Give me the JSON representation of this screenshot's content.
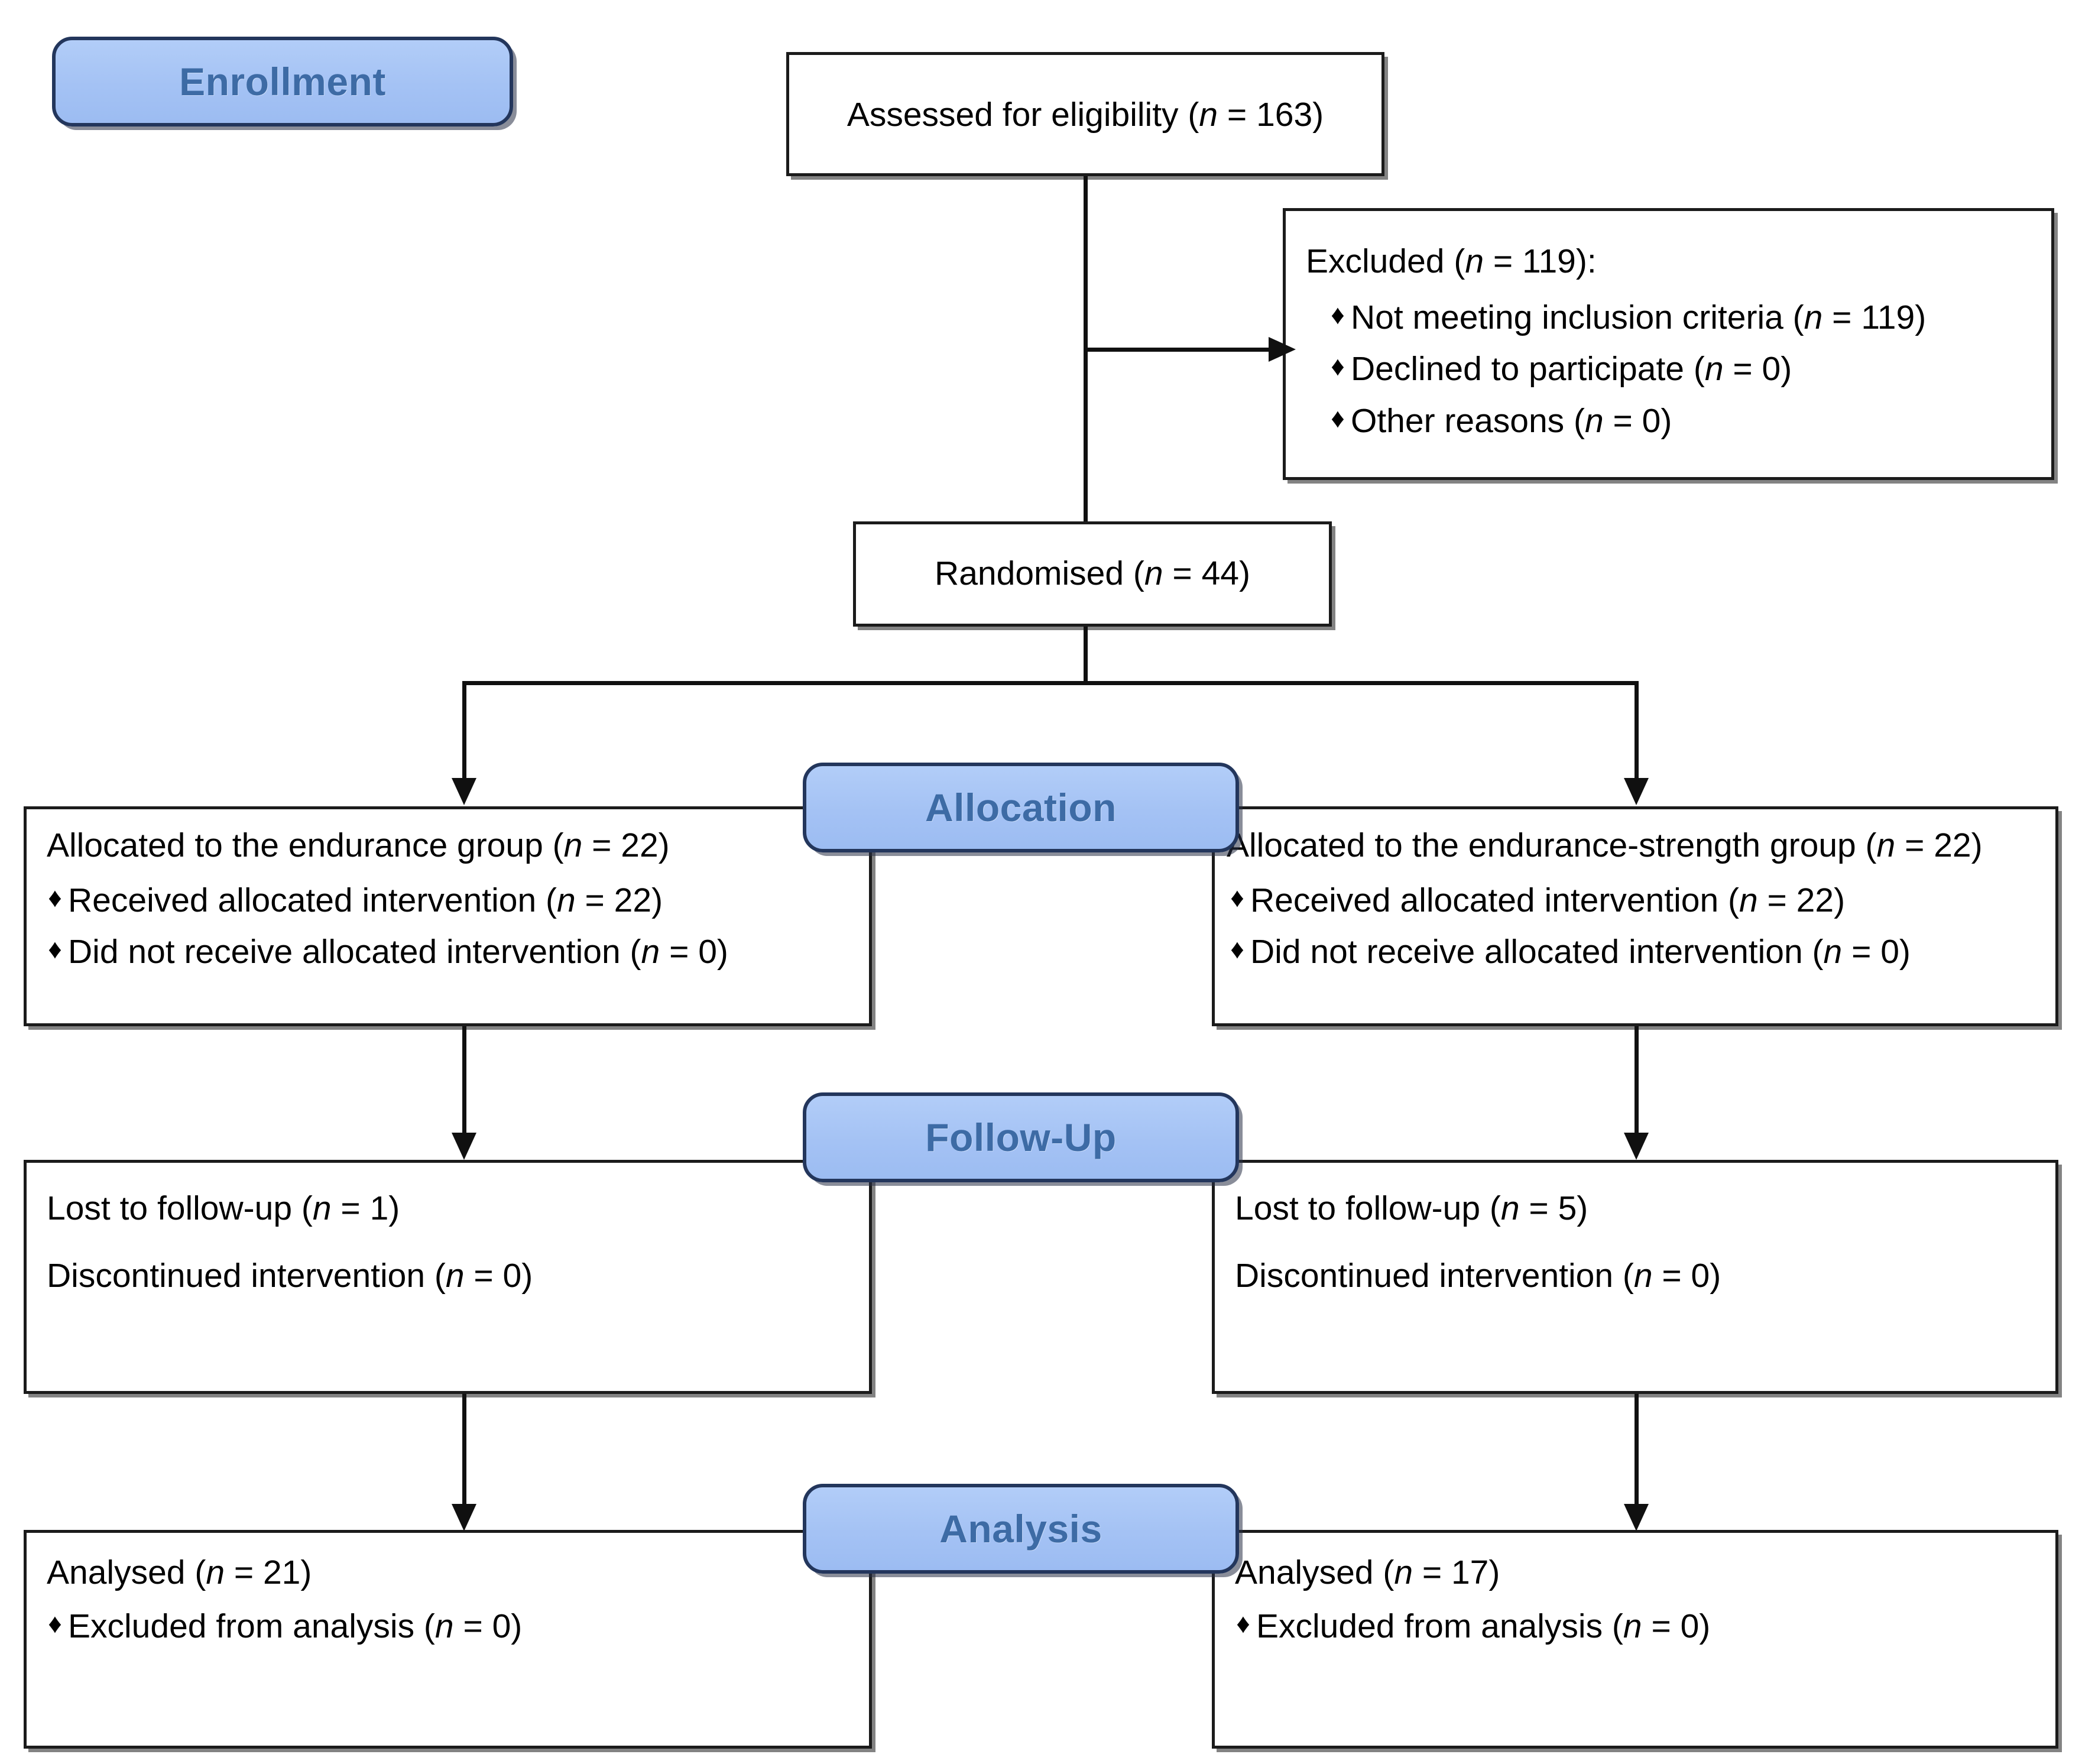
{
  "diagram": {
    "title": "CONSORT flow diagram",
    "accent_color": "#a4c2f4",
    "badge_text_color": "#3d6ba5",
    "border_color": "#1b1b1b"
  },
  "stages": {
    "enrollment": "Enrollment",
    "allocation": "Allocation",
    "followup": "Follow-Up",
    "analysis": "Analysis"
  },
  "enrollment": {
    "assessed": {
      "label": "Assessed for eligibility (",
      "n_symbol": "n",
      "eq": " = ",
      "value": "163",
      "close": ")"
    },
    "excluded": {
      "heading_label": "Excluded (",
      "heading_n": "n",
      "heading_eq": " = ",
      "heading_value": "119",
      "heading_close": "):",
      "bullet": "♦",
      "items": [
        {
          "text": "Not meeting inclusion criteria (",
          "n": "n",
          "eq": " = ",
          "value": "119",
          "close": ")"
        },
        {
          "text": "Declined to participate (",
          "n": "n",
          "eq": " = ",
          "value": "0",
          "close": ")"
        },
        {
          "text": "Other reasons (",
          "n": "n",
          "eq": " = ",
          "value": "0",
          "close": ")"
        }
      ]
    },
    "randomised": {
      "label": "Randomised (",
      "n_symbol": "n",
      "eq": " = ",
      "value": "44",
      "close": ")"
    }
  },
  "arms": {
    "left": {
      "allocation": {
        "heading": "Allocated to the endurance group (",
        "heading_n": "n",
        "heading_eq": " = ",
        "heading_value": "22",
        "heading_close": ")",
        "bullet": "♦",
        "items": [
          {
            "text": "Received allocated intervention (",
            "n": "n",
            "eq": " = ",
            "value": "22",
            "close": ")"
          },
          {
            "text": "Did not receive allocated intervention (",
            "n": "n",
            "eq": " = ",
            "value": "0",
            "close": ")"
          }
        ]
      },
      "followup": {
        "lines": [
          {
            "text": "Lost to follow-up (",
            "n": "n",
            "eq": " = ",
            "value": "1",
            "close": ")"
          },
          {
            "text": "Discontinued intervention (",
            "n": "n",
            "eq": " = ",
            "value": "0",
            "close": ")"
          }
        ]
      },
      "analysis": {
        "heading": "Analysed (",
        "heading_n": "n",
        "heading_eq": " = ",
        "heading_value": "21",
        "heading_close": ")",
        "bullet": "♦",
        "items": [
          {
            "text": "Excluded from analysis (",
            "n": "n",
            "eq": " = ",
            "value": "0",
            "close": ")"
          }
        ]
      }
    },
    "right": {
      "allocation": {
        "heading": "Allocated to the endurance-strength group (",
        "heading_n": "n",
        "heading_eq": " = ",
        "heading_value": "22",
        "heading_close": ")",
        "bullet": "♦",
        "items": [
          {
            "text": "Received allocated intervention (",
            "n": "n",
            "eq": " = ",
            "value": "22",
            "close": ")"
          },
          {
            "text": "Did not receive allocated intervention (",
            "n": "n",
            "eq": " = ",
            "value": "0",
            "close": ")"
          }
        ]
      },
      "followup": {
        "lines": [
          {
            "text": "Lost to follow-up (",
            "n": "n",
            "eq": " = ",
            "value": "5",
            "close": ")"
          },
          {
            "text": "Discontinued intervention (",
            "n": "n",
            "eq": " = ",
            "value": "0",
            "close": ")"
          }
        ]
      },
      "analysis": {
        "heading": "Analysed (",
        "heading_n": "n",
        "heading_eq": " = ",
        "heading_value": "17",
        "heading_close": ")",
        "bullet": "♦",
        "items": [
          {
            "text": "Excluded from analysis (",
            "n": "n",
            "eq": " = ",
            "value": "0",
            "close": ")"
          }
        ]
      }
    }
  }
}
